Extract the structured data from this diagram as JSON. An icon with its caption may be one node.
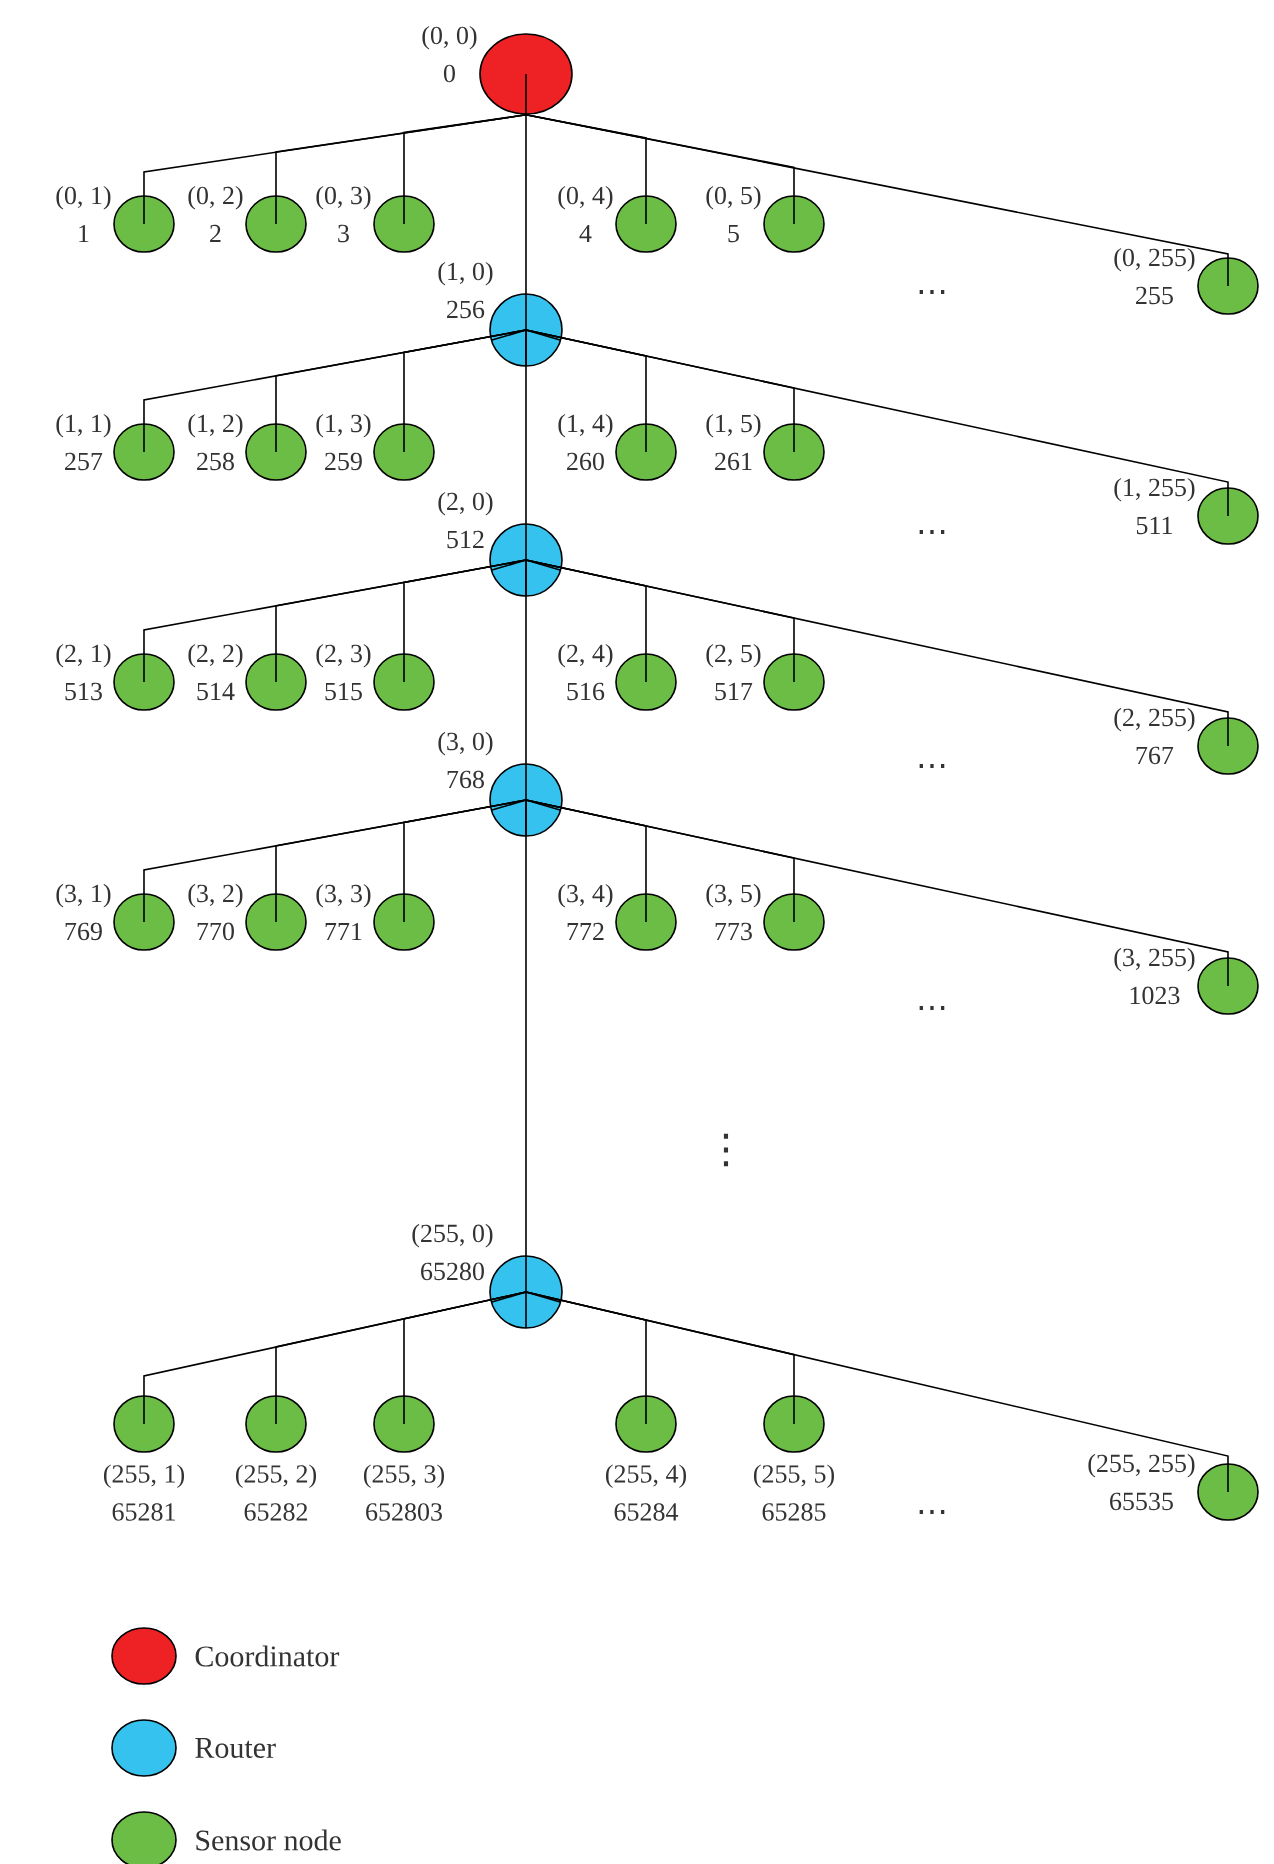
{
  "diagram": {
    "nodes": [
      {
        "text": [],
        "shape": "circle",
        "beside": [
          "(0, 0)",
          "0"
        ]
      },
      {
        "text": [],
        "shape": "circle",
        "beside": [
          "(0, 1)",
          "1"
        ]
      },
      {
        "text": [],
        "shape": "circle",
        "beside": [
          "(0, 2)",
          "2"
        ]
      },
      {
        "text": [],
        "shape": "circle",
        "beside": [
          "(0, 3)",
          "3"
        ]
      },
      {
        "text": [],
        "shape": "circle",
        "beside": [
          "(0, 4)",
          "4"
        ]
      },
      {
        "text": [],
        "shape": "circle",
        "beside": [
          "(0, 5)",
          "5"
        ]
      },
      {
        "text": [],
        "shape": "circle",
        "beside": [
          "(0, 255)",
          "255"
        ]
      },
      {
        "text": [],
        "shape": "circle",
        "beside": [
          "(1, 0)",
          "256"
        ]
      },
      {
        "text": [],
        "shape": "circle",
        "beside": [
          "(1, 1)",
          "257"
        ]
      },
      {
        "text": [],
        "shape": "circle",
        "beside": [
          "(1, 2)",
          "258"
        ]
      },
      {
        "text": [],
        "shape": "circle",
        "beside": [
          "(1, 3)",
          "259"
        ]
      },
      {
        "text": [],
        "shape": "circle",
        "beside": [
          "(1, 4)",
          "260"
        ]
      },
      {
        "text": [],
        "shape": "circle",
        "beside": [
          "(1, 5)",
          "261"
        ]
      },
      {
        "text": [],
        "shape": "circle",
        "beside": [
          "(1, 255)",
          "511"
        ]
      },
      {
        "text": [],
        "shape": "circle",
        "beside": [
          "(2, 0)",
          "512"
        ]
      },
      {
        "text": [],
        "shape": "circle",
        "beside": [
          "(2, 1)",
          "513"
        ]
      },
      {
        "text": [],
        "shape": "circle",
        "beside": [
          "(2, 2)",
          "514"
        ]
      },
      {
        "text": [],
        "shape": "circle",
        "beside": [
          "(2, 3)",
          "515"
        ]
      },
      {
        "text": [],
        "shape": "circle",
        "beside": [
          "(2, 4)",
          "516"
        ]
      },
      {
        "text": [],
        "shape": "circle",
        "beside": [
          "(2, 5)",
          "517"
        ]
      },
      {
        "text": [],
        "shape": "circle",
        "beside": [
          "(2, 255)",
          "767"
        ]
      },
      {
        "text": [],
        "shape": "circle",
        "beside": [
          "(3, 0)",
          "768"
        ]
      },
      {
        "text": [],
        "shape": "circle",
        "beside": [
          "(3, 1)",
          "769"
        ]
      },
      {
        "text": [],
        "shape": "circle",
        "beside": [
          "(3, 2)",
          "770"
        ]
      },
      {
        "text": [],
        "shape": "circle",
        "beside": [
          "(3, 3)",
          "771"
        ]
      },
      {
        "text": [],
        "shape": "circle",
        "beside": [
          "(3, 4)",
          "772"
        ]
      },
      {
        "text": [],
        "shape": "circle",
        "beside": [
          "(3, 5)",
          "773"
        ]
      },
      {
        "text": [],
        "shape": "circle",
        "beside": [
          "(3, 255)",
          "1023"
        ]
      },
      {
        "text": [],
        "shape": "circle",
        "beside": [
          "(255, 0)",
          "65280"
        ]
      },
      {
        "text": [],
        "shape": "circle",
        "beside": [
          "(255, 1)",
          "65281"
        ]
      },
      {
        "text": [],
        "shape": "circle",
        "beside": [
          "(255, 2)",
          "65282"
        ]
      },
      {
        "text": [],
        "shape": "circle",
        "beside": [
          "(255, 3)",
          "652803"
        ]
      },
      {
        "text": [],
        "shape": "circle",
        "beside": [
          "(255, 4)",
          "65284"
        ]
      },
      {
        "text": [],
        "shape": "circle",
        "beside": [
          "(255, 5)",
          "65285"
        ]
      },
      {
        "text": [],
        "shape": "circle",
        "beside": [
          "(255, 255)",
          "65535"
        ]
      }
    ],
    "edges": [
      {
        "from": 0,
        "to": 1,
        "arrow": "none"
      },
      {
        "from": 0,
        "to": 2,
        "arrow": "none"
      },
      {
        "from": 0,
        "to": 3,
        "arrow": "none"
      },
      {
        "from": 0,
        "to": 4,
        "arrow": "none"
      },
      {
        "from": 0,
        "to": 5,
        "arrow": "none"
      },
      {
        "from": 0,
        "to": 6,
        "arrow": "none"
      },
      {
        "from": 0,
        "to": 7,
        "arrow": "none"
      },
      {
        "from": 7,
        "to": 8,
        "arrow": "none"
      },
      {
        "from": 7,
        "to": 9,
        "arrow": "none"
      },
      {
        "from": 7,
        "to": 10,
        "arrow": "none"
      },
      {
        "from": 7,
        "to": 11,
        "arrow": "none"
      },
      {
        "from": 7,
        "to": 12,
        "arrow": "none"
      },
      {
        "from": 7,
        "to": 13,
        "arrow": "none"
      },
      {
        "from": 7,
        "to": 14,
        "arrow": "none"
      },
      {
        "from": 14,
        "to": 15,
        "arrow": "none"
      },
      {
        "from": 14,
        "to": 16,
        "arrow": "none"
      },
      {
        "from": 14,
        "to": 17,
        "arrow": "none"
      },
      {
        "from": 14,
        "to": 18,
        "arrow": "none"
      },
      {
        "from": 14,
        "to": 19,
        "arrow": "none"
      },
      {
        "from": 14,
        "to": 20,
        "arrow": "none"
      },
      {
        "from": 14,
        "to": 21,
        "arrow": "none"
      },
      {
        "from": 21,
        "to": 22,
        "arrow": "none"
      },
      {
        "from": 21,
        "to": 23,
        "arrow": "none"
      },
      {
        "from": 21,
        "to": 24,
        "arrow": "none"
      },
      {
        "from": 21,
        "to": 25,
        "arrow": "none"
      },
      {
        "from": 21,
        "to": 26,
        "arrow": "none"
      },
      {
        "from": 21,
        "to": 27,
        "arrow": "none"
      },
      {
        "from": 21,
        "to": 28,
        "arrow": "none"
      },
      {
        "from": 28,
        "to": 29,
        "arrow": "none"
      },
      {
        "from": 28,
        "to": 30,
        "arrow": "none"
      },
      {
        "from": 28,
        "to": 31,
        "arrow": "none"
      },
      {
        "from": 28,
        "to": 32,
        "arrow": "none"
      },
      {
        "from": 28,
        "to": 33,
        "arrow": "none"
      },
      {
        "from": 28,
        "to": 34,
        "arrow": "none"
      }
    ],
    "labels": [
      "⋯",
      "⋯",
      "⋯",
      "⋯",
      "⋮",
      "⋯"
    ],
    "legend": [
      {
        "text": "Coordinator",
        "color": "#ee2224"
      },
      {
        "text": "Router",
        "color": "#35c2ef"
      },
      {
        "text": "Sensor node",
        "color": "#6bbd45"
      }
    ]
  }
}
